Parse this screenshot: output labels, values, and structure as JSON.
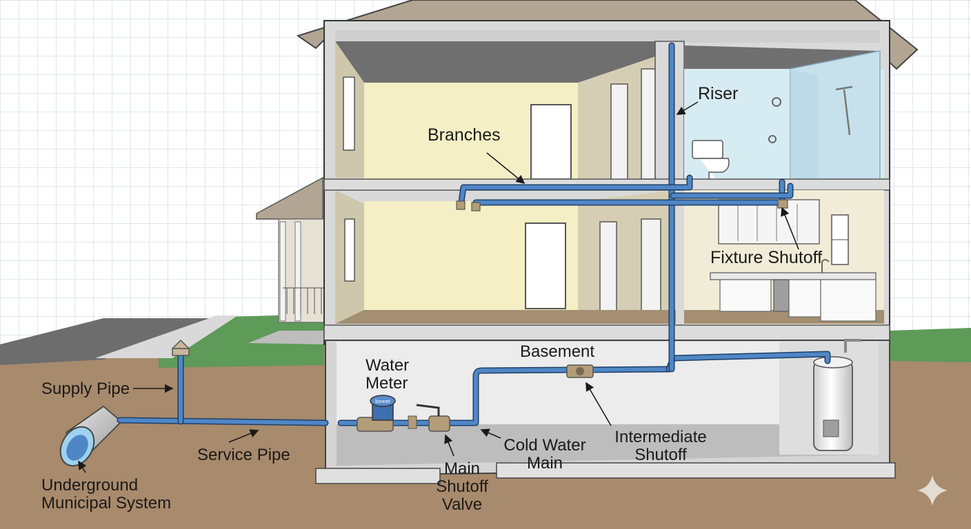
{
  "labels": {
    "riser": "Riser",
    "branches": "Branches",
    "fixture_shutoff": "Fixture Shutoff",
    "basement": "Basement",
    "water_meter": [
      "Water",
      "Meter"
    ],
    "supply_pipe": "Supply Pipe",
    "service_pipe": "Service Pipe",
    "underground_municipal_system": [
      "Underground",
      "Municipal System"
    ],
    "main_shutoff_valve": [
      "Main",
      "Shutoff",
      "Valve"
    ],
    "cold_water_main": [
      "Cold Water",
      "Main"
    ],
    "intermediate_shutoff": [
      "Intermediate",
      "Shutoff"
    ]
  },
  "meter_brand": "bonnet",
  "colors": {
    "pipe": "#4f86c6",
    "pipe_outline": "#1f3f66",
    "ground": "#a88a6c",
    "lawn": "#5e9a58",
    "roof": "#b3a593",
    "wall_cream": "#f4efc4",
    "wall_tan": "#d6ceb4",
    "floor_brown": "#a48f72",
    "grid_line": "#c9ced6"
  },
  "icons": [
    "sparkle-icon"
  ]
}
